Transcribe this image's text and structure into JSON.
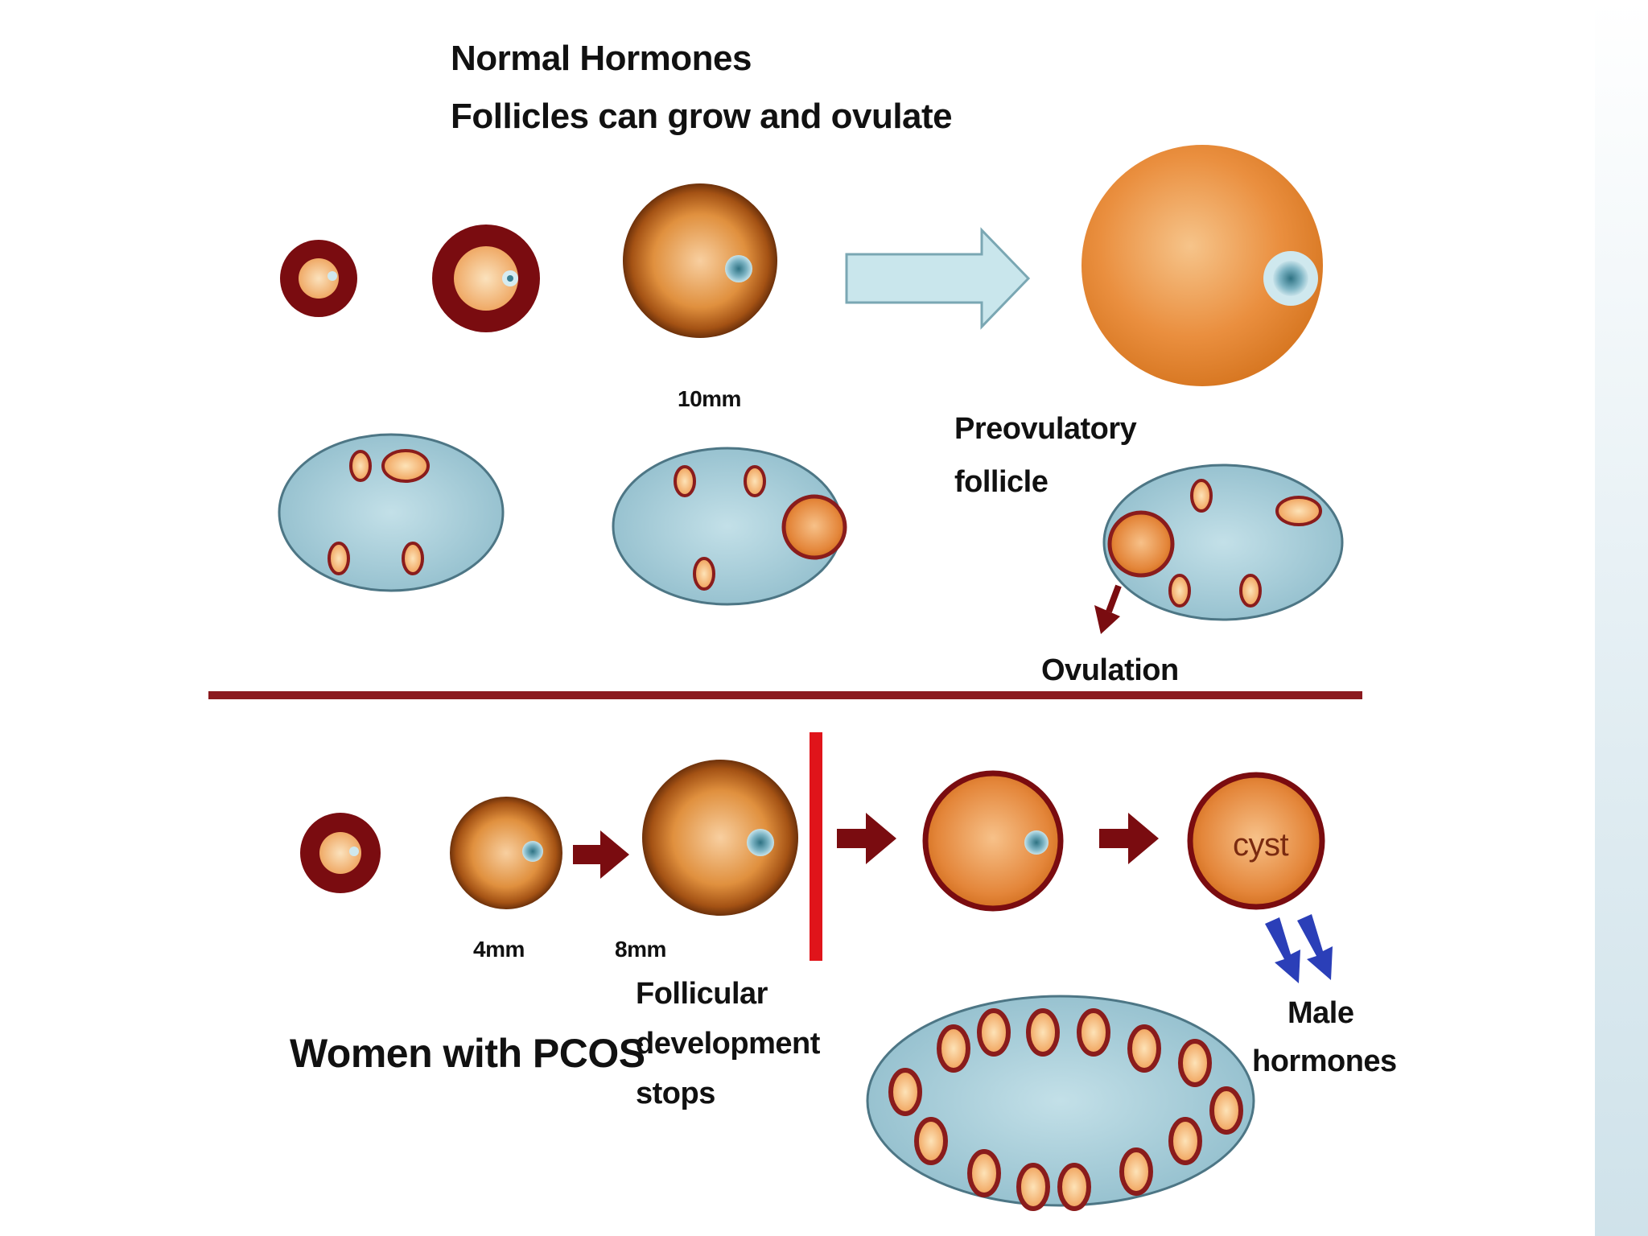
{
  "normal": {
    "heading_line1": "Normal Hormones",
    "heading_line2": "Follicles can grow and ovulate",
    "size_label": "10mm",
    "preovulatory_line1": "Preovulatory",
    "preovulatory_line2": "follicle",
    "ovulation_label": "Ovulation"
  },
  "pcos": {
    "title": "Women with PCOS",
    "size_small": "4mm",
    "size_medium": "8mm",
    "stops_line1": "Follicular",
    "stops_line2": "development",
    "stops_line3": "stops",
    "cyst_label": "cyst",
    "male_line1": "Male",
    "male_line2": "hormones"
  },
  "colors": {
    "dark_red": "#7a0c10",
    "follicle_orange": "#e08a3c",
    "ovary_blue": "#a9cfd9",
    "divider_red": "#8b1a1f",
    "stop_bar_red": "#e0141a",
    "arrow_light_blue": "#c9e6ec",
    "male_arrow_blue": "#2b3fb8"
  }
}
